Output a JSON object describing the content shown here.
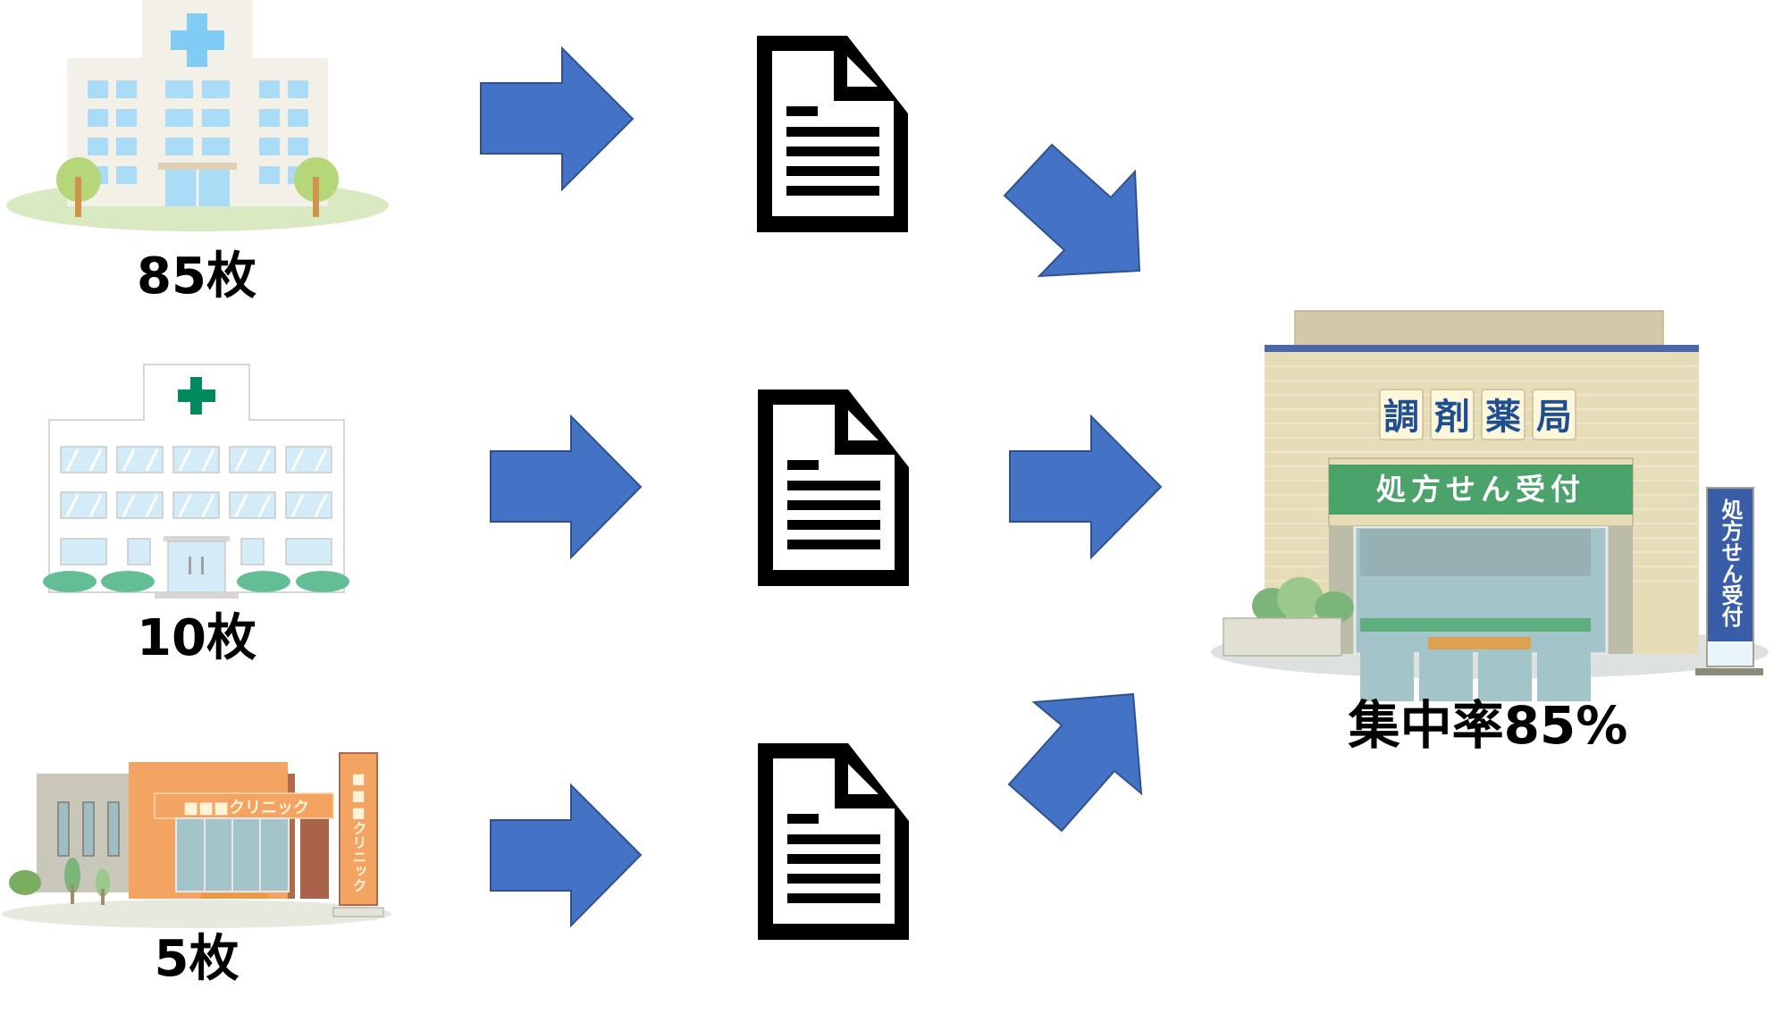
{
  "sources": [
    {
      "id": "large-hospital",
      "count_label": "85枚"
    },
    {
      "id": "medium-hospital",
      "count_label": "10枚"
    },
    {
      "id": "clinic",
      "count_label": "5枚",
      "sign_text": "■■■クリニック",
      "pole_text": "■■■クリニック"
    }
  ],
  "pharmacy": {
    "sign_chars": [
      "調",
      "剤",
      "薬",
      "局"
    ],
    "banner_text": "処方せん受付",
    "stand_text": "処方せん受付",
    "concentration_label": "集中率85%"
  },
  "colors": {
    "arrow_fill": "#4472C4",
    "arrow_stroke": "#2F528F",
    "hospital1_cross": "#7FCDF4",
    "hospital2_cross": "#008A5E",
    "clinic_orange": "#F4A462",
    "pharmacy_green": "#4CA26B",
    "pharmacy_blue": "#3A5DA8"
  }
}
